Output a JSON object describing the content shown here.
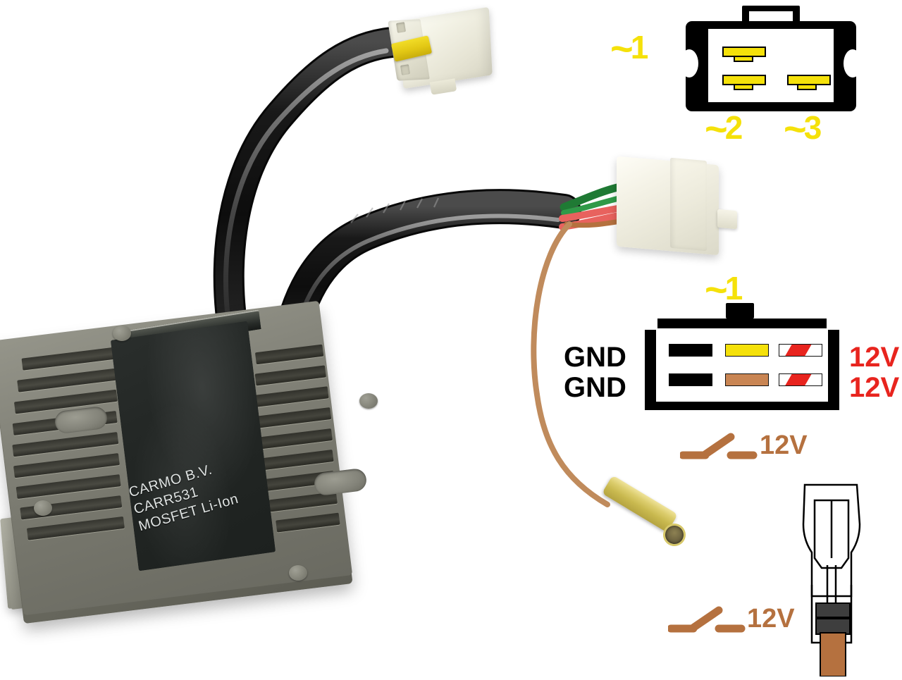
{
  "image": {
    "title": "CARMO CARR531 MOSFET Li-Ion regulator rectifier with connector pinout diagram",
    "background_color": "#ffffff"
  },
  "product": {
    "name": "voltage-regulator-rectifier",
    "brand_line": "CARMO B.V.",
    "part_number_line": "CARR531",
    "type_line": "MOSFET Li-Ion",
    "body_color": "#6e6e64",
    "label_plate_color": "#23272520"
  },
  "colors": {
    "phase_yellow": "#f5e10a",
    "positive_red": "#e8241e",
    "brown_wire": "#b5713f",
    "ground_black": "#000000",
    "connector_white": "#f2f1e4"
  },
  "diagram_3pin": {
    "name": "stator-3-phase-connector",
    "pin_count": 3,
    "labels": [
      {
        "text": "1",
        "symbol": "~",
        "position": "left",
        "color": "#f5e10a"
      },
      {
        "text": "2",
        "symbol": "~",
        "position": "bottom-left",
        "color": "#f5e10a"
      },
      {
        "text": "3",
        "symbol": "~",
        "position": "bottom-right",
        "color": "#f5e10a"
      }
    ],
    "pins": [
      {
        "row": 1,
        "slot": "left",
        "color": "#f5e10a",
        "function": "~1"
      },
      {
        "row": 2,
        "slot": "left",
        "color": "#f5e10a",
        "function": "~2"
      },
      {
        "row": 2,
        "slot": "right",
        "color": "#f5e10a",
        "function": "~3"
      }
    ]
  },
  "diagram_6pin": {
    "name": "output-6-pin-connector",
    "pin_count": 6,
    "top_label": {
      "text": "1",
      "symbol": "~",
      "color": "#f5e10a"
    },
    "left_labels": [
      "GND",
      "GND"
    ],
    "right_labels": [
      "12V",
      "12V"
    ],
    "bottom_label": {
      "text": "12V",
      "symbol": "switch",
      "color": "#b5713f"
    },
    "rows": [
      {
        "left_label": "GND",
        "right_label": "12V",
        "pins": [
          {
            "color": "#000000",
            "name": "black-ground-pin"
          },
          {
            "color": "#f5e10a",
            "name": "yellow-phase-pin"
          },
          {
            "color": "#e8241e",
            "name": "white-red-stripe-pin"
          }
        ]
      },
      {
        "left_label": "GND",
        "right_label": "12V",
        "pins": [
          {
            "color": "#000000",
            "name": "black-ground-pin"
          },
          {
            "color": "#c98553",
            "name": "brown-switched-pin"
          },
          {
            "color": "#e8241e",
            "name": "white-red-stripe-pin"
          }
        ]
      }
    ]
  },
  "diagram_spade": {
    "name": "brown-wire-spade-terminal",
    "label": {
      "text": "12V",
      "symbol": "switch",
      "color": "#b5713f"
    },
    "wire_color": "#b5713f"
  },
  "photo_parts": {
    "cable_black": "black-harness-cable",
    "connector_top": "white-3-pin-connector",
    "connector_top_tape": "yellow-tape",
    "connector_mid": "white-6-pin-connector",
    "wires": [
      "green",
      "red",
      "brown"
    ],
    "bullet_terminal": "gold-insulated-bullet-terminal"
  }
}
